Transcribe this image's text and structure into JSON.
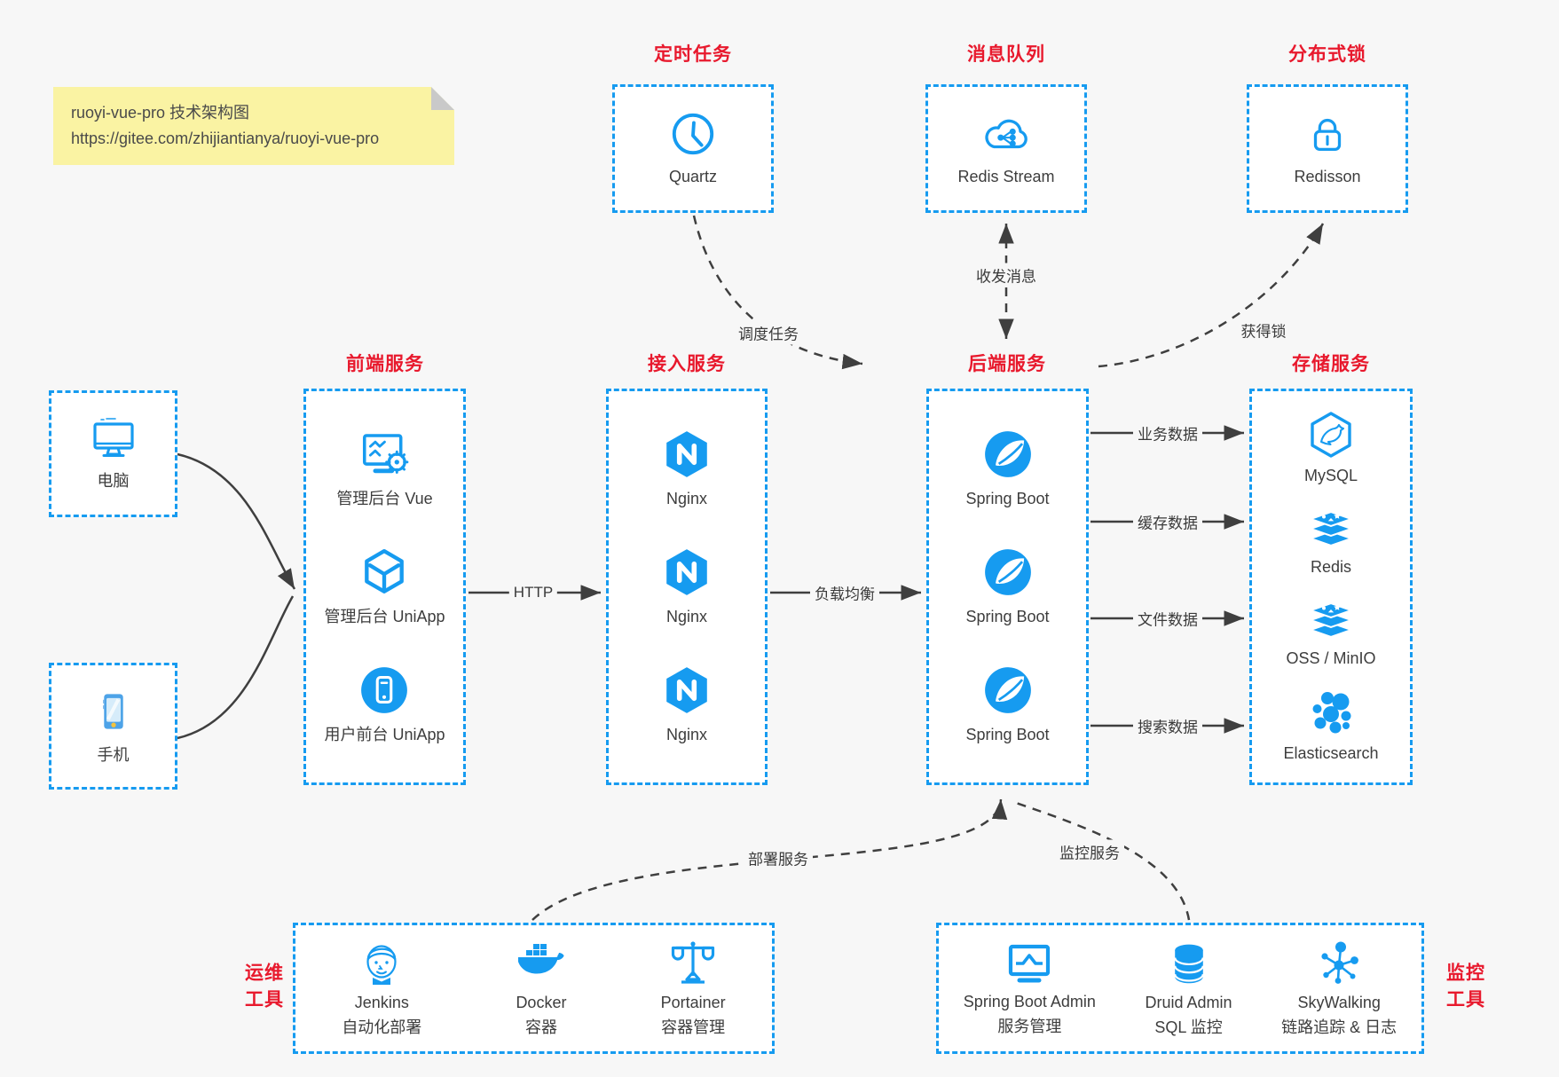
{
  "note": {
    "line1": "ruoyi-vue-pro 技术架构图",
    "line2": "https://gitee.com/zhijiantianya/ruoyi-vue-pro"
  },
  "top_groups": [
    {
      "title": "定时任务",
      "item": {
        "label": "Quartz",
        "icon": "clock-icon"
      }
    },
    {
      "title": "消息队列",
      "item": {
        "label": "Redis Stream",
        "icon": "cloud-mq-icon"
      }
    },
    {
      "title": "分布式锁",
      "item": {
        "label": "Redisson",
        "icon": "lock-icon"
      }
    }
  ],
  "clients": [
    {
      "label": "电脑",
      "icon": "desktop-icon"
    },
    {
      "label": "手机",
      "icon": "smartphone-icon"
    }
  ],
  "columns": [
    {
      "title": "前端服务",
      "items": [
        {
          "label": "管理后台 Vue"
        },
        {
          "label": "管理后台 UniApp"
        },
        {
          "label": "用户前台 UniApp"
        }
      ]
    },
    {
      "title": "接入服务",
      "items": [
        {
          "label": "Nginx"
        },
        {
          "label": "Nginx"
        },
        {
          "label": "Nginx"
        }
      ]
    },
    {
      "title": "后端服务",
      "items": [
        {
          "label": "Spring Boot"
        },
        {
          "label": "Spring Boot"
        },
        {
          "label": "Spring Boot"
        }
      ]
    },
    {
      "title": "存储服务",
      "items": [
        {
          "label": "MySQL"
        },
        {
          "label": "Redis"
        },
        {
          "label": "OSS / MinIO"
        },
        {
          "label": "Elasticsearch"
        }
      ]
    }
  ],
  "bottom_groups": [
    {
      "side_label": "运维\n工具",
      "items": [
        {
          "name": "Jenkins",
          "desc": "自动化部署"
        },
        {
          "name": "Docker",
          "desc": "容器"
        },
        {
          "name": "Portainer",
          "desc": "容器管理"
        }
      ]
    },
    {
      "side_label": "监控\n工具",
      "items": [
        {
          "name": "Spring Boot Admin",
          "desc": "服务管理"
        },
        {
          "name": "Druid Admin",
          "desc": "SQL 监控"
        },
        {
          "name": "SkyWalking",
          "desc": "链路追踪 & 日志"
        }
      ]
    }
  ],
  "edge_labels": {
    "http": "HTTP",
    "load_balance": "负载均衡",
    "biz": "业务数据",
    "cache": "缓存数据",
    "file": "文件数据",
    "search": "搜索数据",
    "schedule": "调度任务",
    "message": "收发消息",
    "lock": "获得锁",
    "deploy": "部署服务",
    "monitor": "监控服务"
  },
  "colors": {
    "accent_blue": "#169bf0",
    "title_red": "#e8192d",
    "arrow_gray": "#3f3f3f",
    "note_bg": "#faf3a3"
  }
}
